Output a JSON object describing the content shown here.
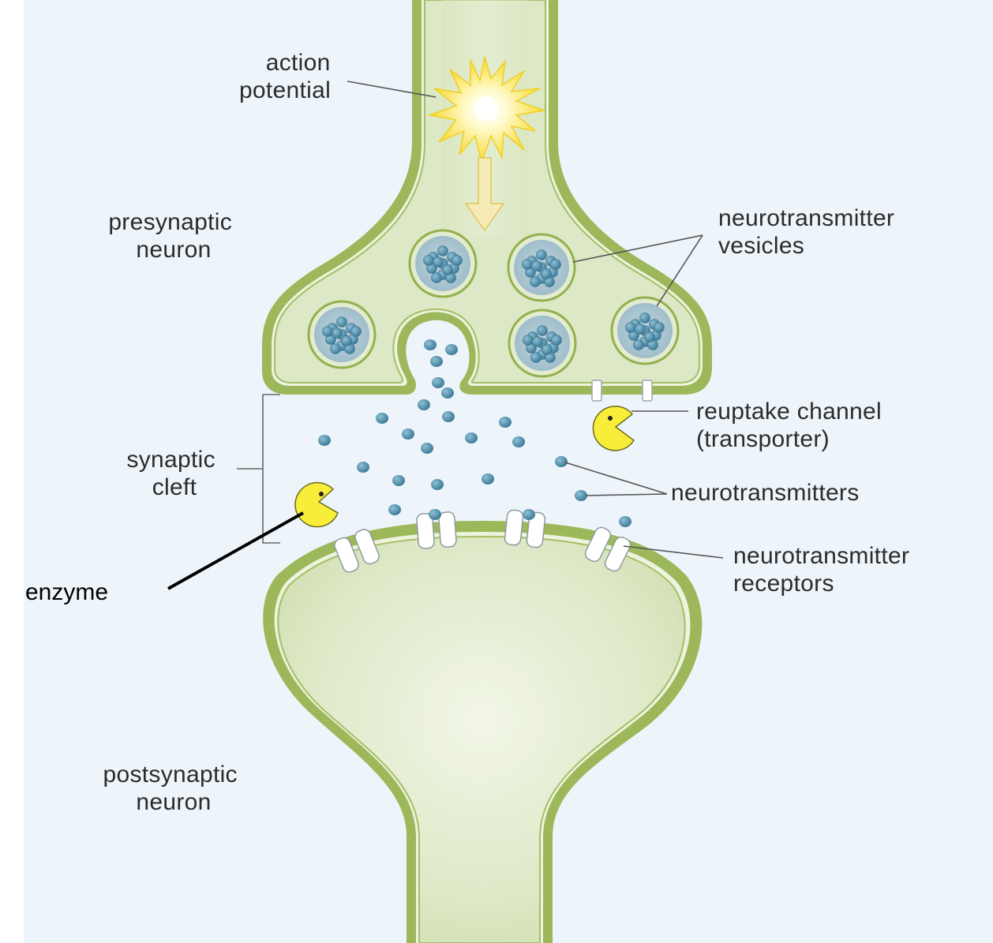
{
  "diagram": {
    "labels": {
      "action_potential": [
        "action",
        "potential"
      ],
      "presynaptic_neuron": [
        "presynaptic",
        "neuron"
      ],
      "neurotransmitter_vesicles": [
        "neurotransmitter",
        "vesicles"
      ],
      "reuptake_channel": [
        "reuptake channel",
        "(transporter)"
      ],
      "synaptic_cleft": [
        "synaptic",
        "cleft"
      ],
      "neurotransmitters": "neurotransmitters",
      "neurotransmitter_receptors": [
        "neurotransmitter",
        "receptors"
      ],
      "enzyme": "enzyme",
      "postsynaptic_neuron": [
        "postsynaptic",
        "neuron"
      ]
    },
    "colors": {
      "background": "#eef5fa",
      "neuron_fill": "#dde8c6",
      "membrane": "#93b14d",
      "vesicle_fill": "#a9c3cf",
      "neurotransmitter": "#4c88a4",
      "enzyme": "#f8ee3a",
      "action_potential": "#f7e14a"
    }
  }
}
